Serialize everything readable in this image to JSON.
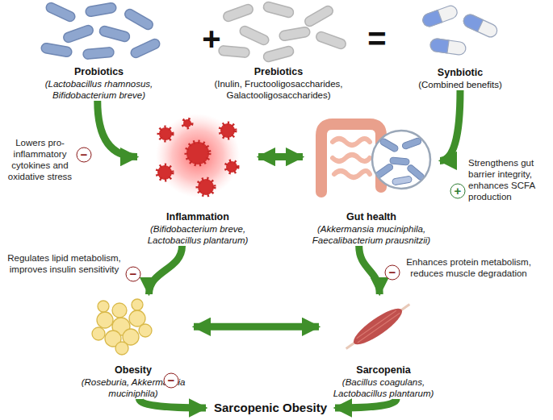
{
  "diagram": {
    "nodes": [
      {
        "text": [
          "Probiotics",
          "(Lactobacillus rhamnosus, Bifidobacterium breve)"
        ]
      },
      {
        "text": [
          "Prebiotics",
          "(Inulin, Fructooligosaccharides, Galactooligosaccharides)"
        ]
      },
      {
        "text": [
          "Synbiotic",
          "(Combined benefits)"
        ]
      },
      {
        "text": [
          "Inflammation",
          "(Bifidobacterium breve, Lactobacillus plantarum)"
        ]
      },
      {
        "text": [
          "Gut health",
          "(Akkermansia muciniphila, Faecalibacterium prausnitzii)"
        ]
      },
      {
        "text": [
          "Obesity",
          "(Roseburia, Akkermansia muciniphila)"
        ]
      },
      {
        "text": [
          "Sarcopenia",
          "(Bacillus coagulans, Lactobacillus plantarum)"
        ]
      },
      {
        "text": [
          "Sarcopenic Obesity"
        ]
      }
    ],
    "edges": [
      {
        "from": 0,
        "to": 3,
        "label": "Lowers pro-inflammatory cytokines and oxidative stress",
        "arrow": "to"
      },
      {
        "from": 2,
        "to": 4,
        "label": "Strengthens gut barrier integrity, enhances SCFA production",
        "arrow": "to"
      },
      {
        "from": 3,
        "to": 4,
        "arrow": "both"
      },
      {
        "from": 3,
        "to": 5,
        "label": "Regulates lipid metabolism, improves insulin sensitivity",
        "arrow": "to"
      },
      {
        "from": 4,
        "to": 6,
        "label": "Enhances protein metabolism, reduces muscle degradation",
        "arrow": "to"
      },
      {
        "from": 5,
        "to": 6,
        "arrow": "both"
      },
      {
        "from": 5,
        "to": 7,
        "arrow": "to"
      },
      {
        "from": 6,
        "to": 7,
        "arrow": "to"
      }
    ],
    "labels": [
      "+",
      "=",
      "−",
      "+",
      "−",
      "−",
      "−"
    ]
  }
}
